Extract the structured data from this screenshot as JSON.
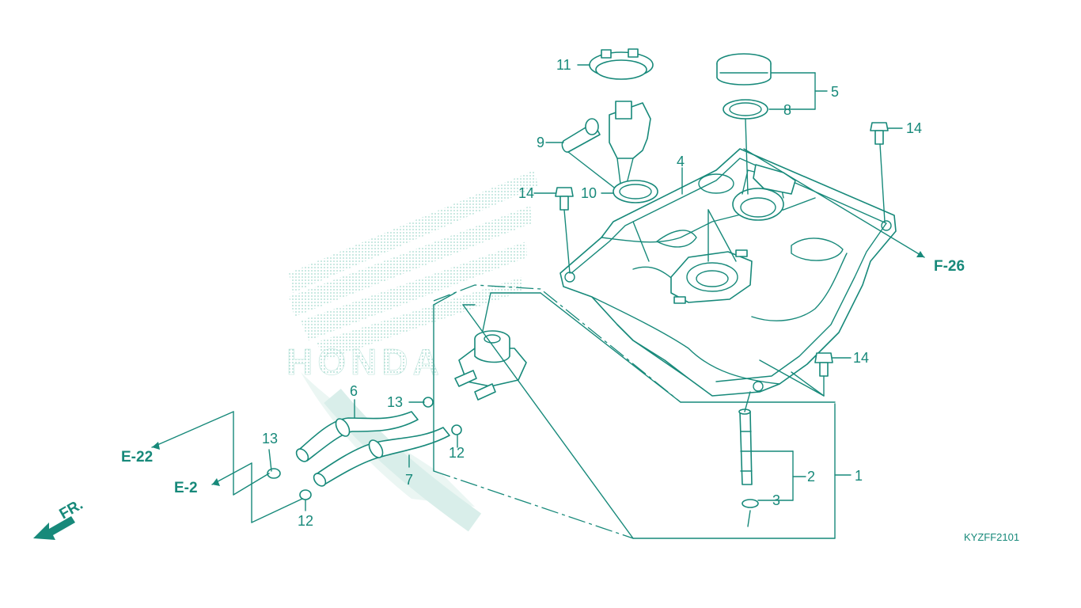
{
  "diagram": {
    "part_labels": {
      "p1": "1",
      "p2": "2",
      "p3": "3",
      "p4": "4",
      "p5": "5",
      "p6": "6",
      "p7": "7",
      "p8": "8",
      "p9": "9",
      "p10": "10",
      "p11": "11",
      "p12a": "12",
      "p12b": "12",
      "p13a": "13",
      "p13b": "13",
      "p14a": "14",
      "p14b": "14",
      "p14c": "14"
    },
    "references": {
      "f26": "F-26",
      "e22": "E-22",
      "e2": "E-2"
    },
    "front_indicator": "FR.",
    "diagram_code": "KYZFF2101",
    "watermark_text": "HONDA",
    "colors": {
      "line": "#17897a",
      "watermark": "#9fd8cc",
      "background": "#ffffff"
    }
  }
}
